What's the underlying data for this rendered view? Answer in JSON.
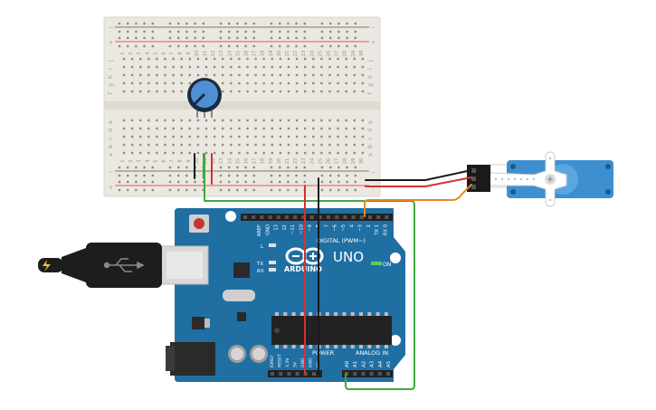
{
  "breadboard": {
    "column_numbers": [
      "1",
      "2",
      "3",
      "4",
      "5",
      "6",
      "7",
      "8",
      "9",
      "10",
      "11",
      "12",
      "13",
      "14",
      "15",
      "16",
      "17",
      "18",
      "19",
      "20",
      "21",
      "22",
      "23",
      "24",
      "25",
      "26",
      "27",
      "28",
      "29",
      "30"
    ],
    "rows_top": [
      "j",
      "i",
      "h",
      "g",
      "f"
    ],
    "rows_bottom": [
      "e",
      "d",
      "c",
      "b",
      "a"
    ],
    "rail_plus": "+",
    "rail_minus": "−"
  },
  "arduino": {
    "model_label": "UNO",
    "brand_label": "ARDUINO",
    "on_label": "ON",
    "digital_label": "DIGITAL (PWM~)",
    "analog_label": "ANALOG IN",
    "power_label": "POWER",
    "led_labels": [
      "L",
      "TX",
      "RX"
    ],
    "top_header_labels": [
      "AREF",
      "GND",
      "13",
      "12",
      "~11",
      "~10",
      "~9",
      "8",
      "7",
      "~6",
      "~5",
      "4",
      "~3",
      "2",
      "TX 1",
      "RX 0"
    ],
    "power_pin_labels": [
      "IOREF",
      "RESET",
      "3.3V",
      "5V",
      "GND",
      "GND",
      "Vin"
    ],
    "analog_pin_labels": [
      "A0",
      "A1",
      "A2",
      "A3",
      "A4",
      "A5"
    ]
  },
  "colors": {
    "board_blue": "#1f6fa3",
    "breadboard": "#ebe8e1",
    "wire_green": "#3daa3d",
    "wire_red": "#d63030",
    "wire_black": "#1a1a1a",
    "wire_orange": "#e6881e",
    "servo_blue": "#3d8fd0"
  }
}
